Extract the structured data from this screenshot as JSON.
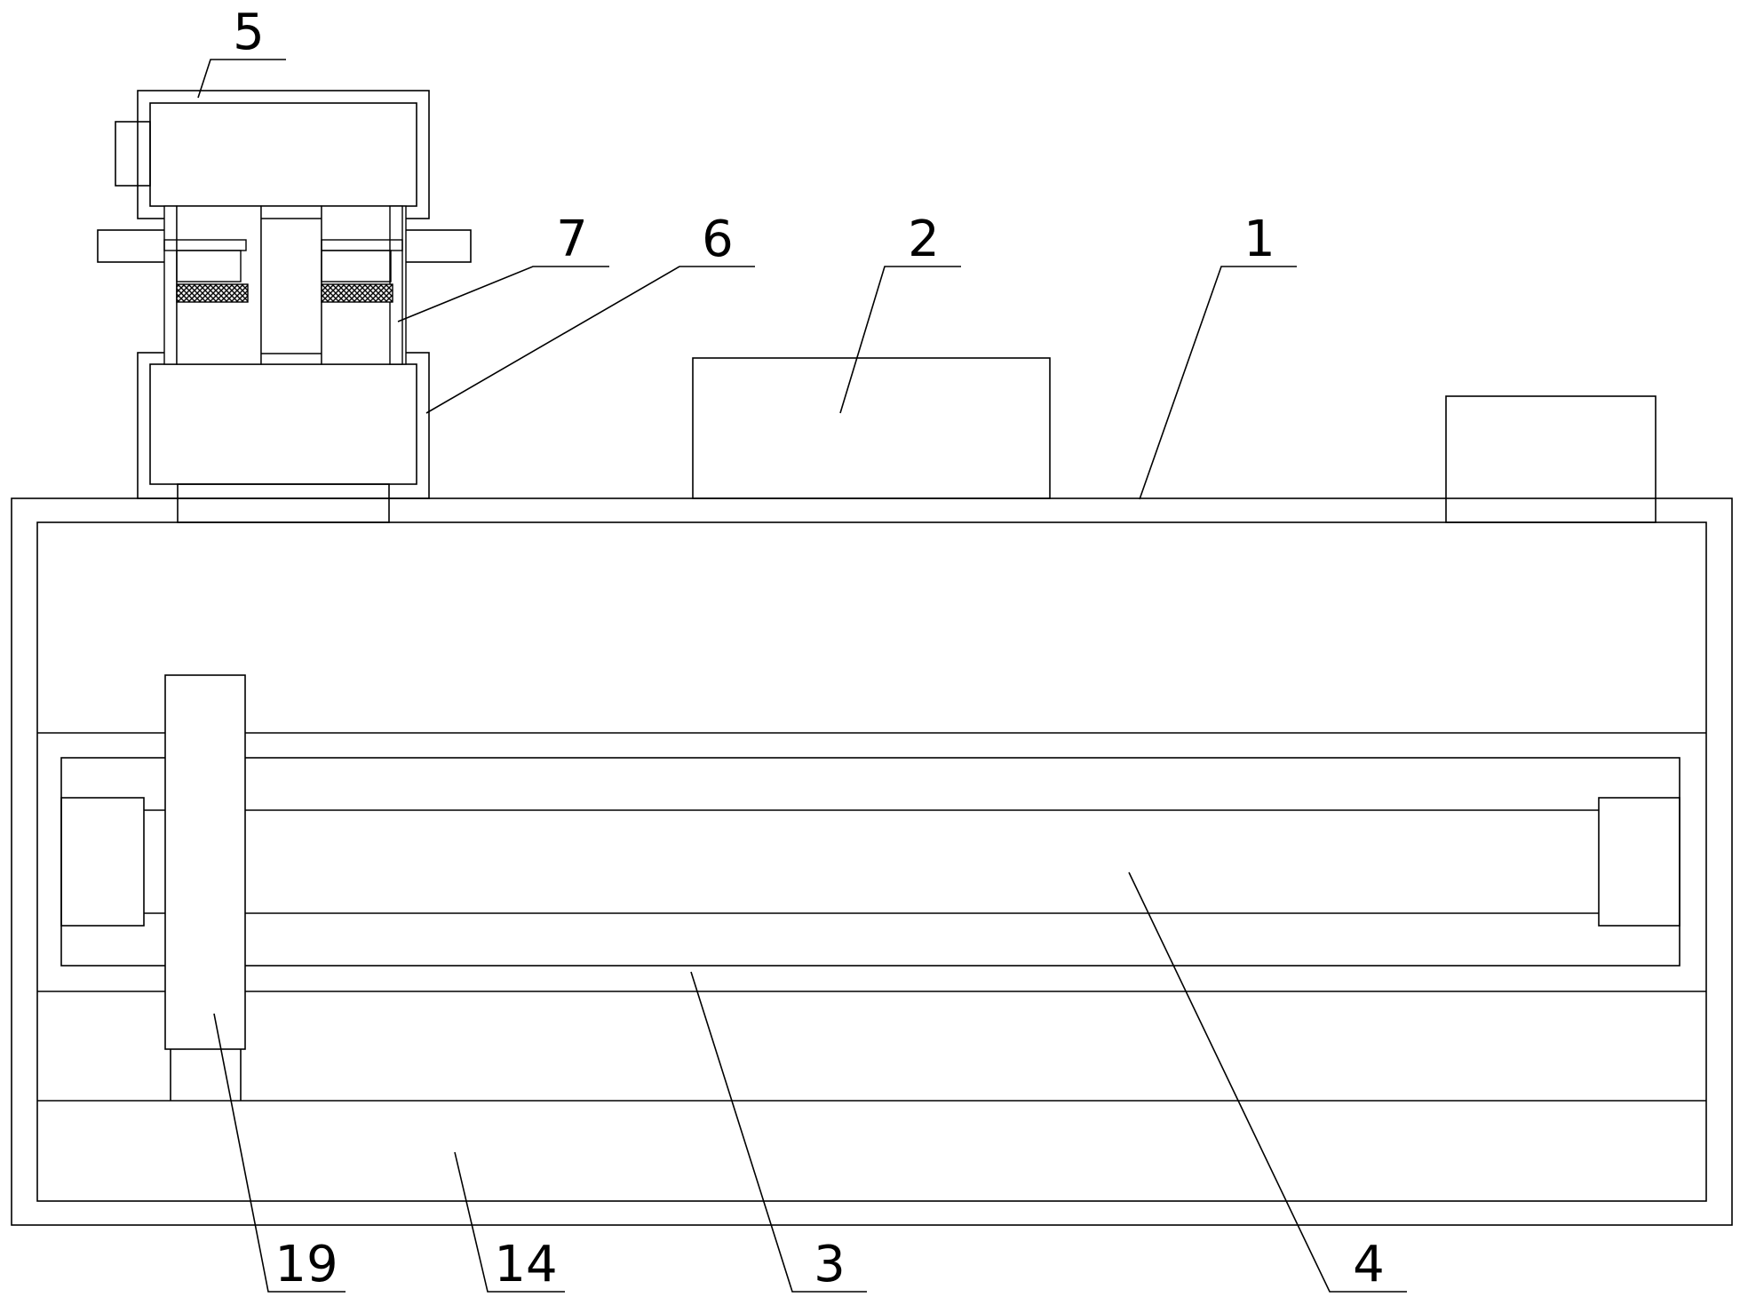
{
  "labels": {
    "l1": "1",
    "l2": "2",
    "l3": "3",
    "l4": "4",
    "l5": "5",
    "l6": "6",
    "l7": "7",
    "l14": "14",
    "l19": "19"
  },
  "colors": {
    "line": "#000000",
    "background": "#ffffff"
  }
}
